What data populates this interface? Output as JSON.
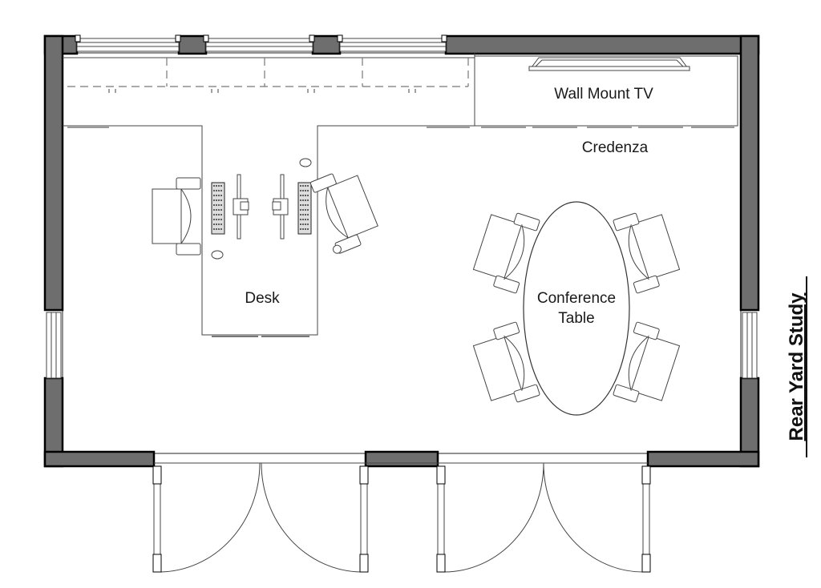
{
  "title": "Rear Yard Study",
  "labels": {
    "tv": "Wall Mount TV",
    "credenza": "Credenza",
    "desk": "Desk",
    "conference_line1": "Conference",
    "conference_line2": "Table"
  },
  "colors": {
    "wall_fill": "#6e6e6e",
    "wall_stroke": "#000000",
    "line": "#444444",
    "background": "#ffffff"
  }
}
